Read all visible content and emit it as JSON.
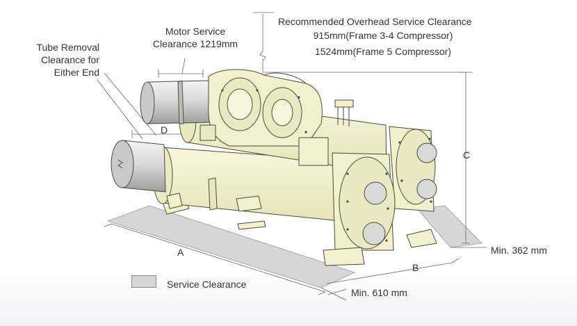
{
  "labels": {
    "overhead_title": "Recommended Overhead Service Clearance",
    "overhead_frame34": "915mm(Frame 3-4 Compressor)",
    "overhead_frame5": "1524mm(Frame 5 Compressor)",
    "motor_line1": "Motor Service",
    "motor_line2": "Clearance 1219mm",
    "tube_line1": "Tube Removal",
    "tube_line2": "Clearance for",
    "tube_line3": "Either End",
    "dim_a": "A",
    "dim_b": "B",
    "dim_c": "C",
    "dim_d": "D",
    "min_362": "Min. 362 mm",
    "min_610": "Min. 610 mm"
  },
  "legend": {
    "label": "Service Clearance",
    "swatch_color": "#d6d6d6"
  },
  "colors": {
    "machine_fill": "#f2f1cd",
    "machine_stroke": "#4a4a3a",
    "motor_fill": "#d9d9d9",
    "clearance_fill": "#d6d6d6"
  }
}
